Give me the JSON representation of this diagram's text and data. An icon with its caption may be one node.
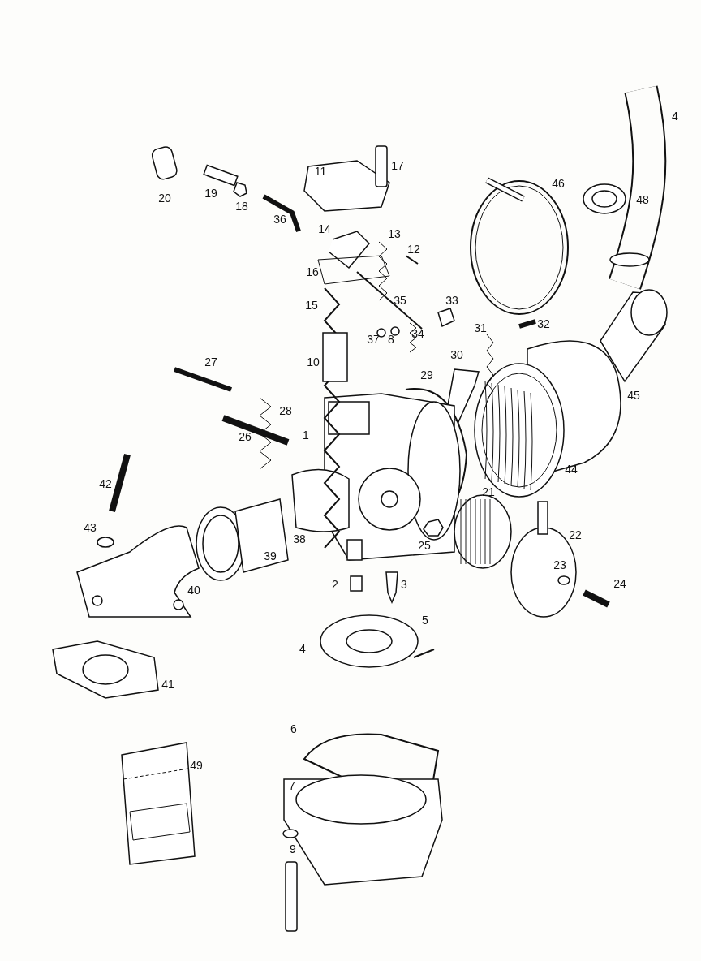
{
  "diagram": {
    "labels": [
      "4",
      "11",
      "17",
      "20",
      "19",
      "46",
      "48",
      "18",
      "36",
      "14",
      "13",
      "12",
      "16",
      "35",
      "33",
      "15",
      "31",
      "32",
      "34",
      "37",
      "8",
      "10",
      "30",
      "27",
      "29",
      "45",
      "28",
      "26",
      "1",
      "44",
      "42",
      "21",
      "43",
      "22",
      "25",
      "38",
      "39",
      "23",
      "2",
      "3",
      "24",
      "40",
      "5",
      "4",
      "41",
      "6",
      "49",
      "7",
      "9"
    ]
  }
}
